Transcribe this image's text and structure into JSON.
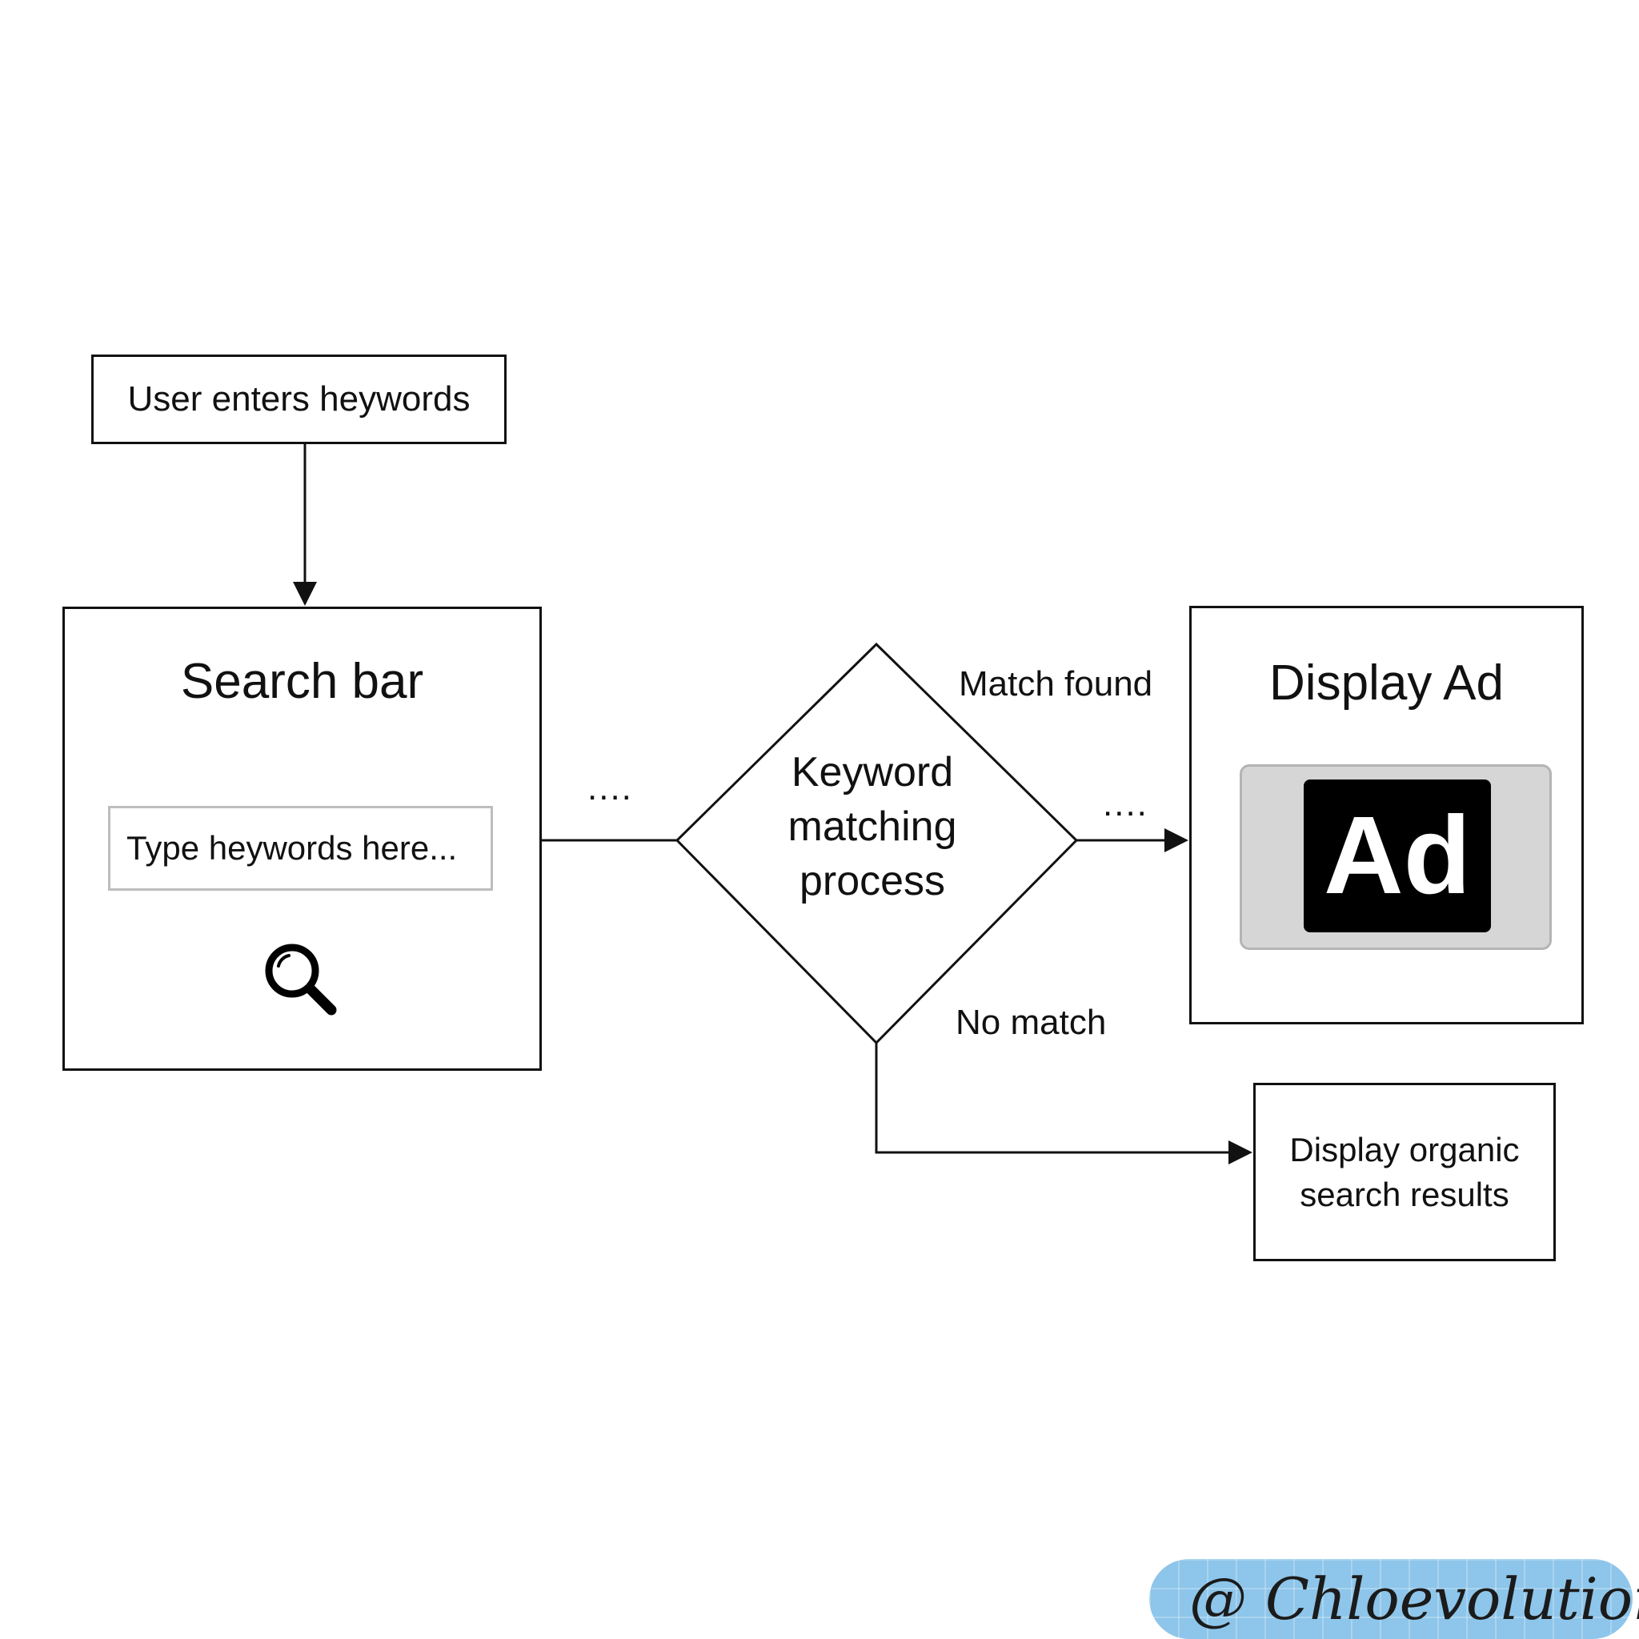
{
  "nodes": {
    "start": "User enters heywords",
    "search_bar": {
      "title": "Search bar",
      "input_placeholder": "Type heywords here..."
    },
    "decision": "Keyword matching process",
    "display_ad": {
      "title": "Display Ad",
      "ad_icon_text": "Ad"
    },
    "organic": "Display organic search results"
  },
  "edges": {
    "match": "Match found",
    "no_match": "No match",
    "dots": "...."
  },
  "icons": [
    "search-icon",
    "ad-icon"
  ],
  "watermark": "@ Chloevolution"
}
